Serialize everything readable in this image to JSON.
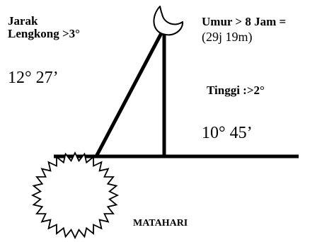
{
  "elongation": {
    "title_line1": "Jarak",
    "title_line2": "Lengkong >3°",
    "value": "12° 27’"
  },
  "moon_age": {
    "title": "Umur > 8 Jam =",
    "value": "(29j 19m)"
  },
  "altitude": {
    "title": "Tinggi :>2°",
    "value": "10° 45’"
  },
  "sun": {
    "label": "MATAHARI"
  }
}
